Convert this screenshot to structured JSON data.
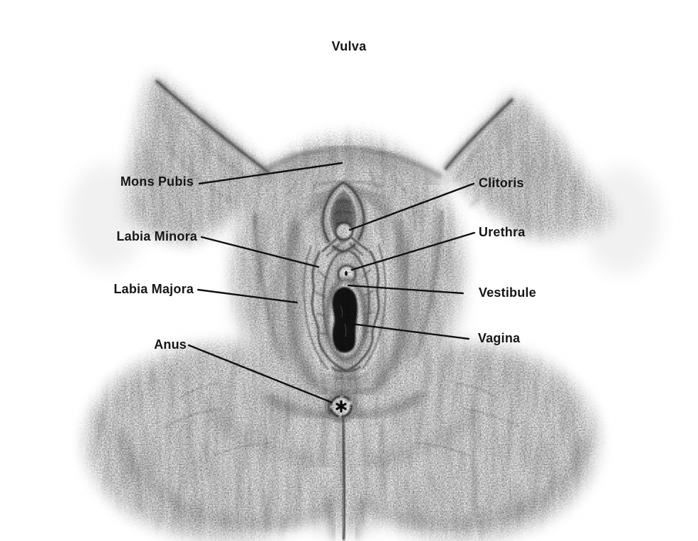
{
  "page": {
    "title": "Vulva",
    "background_color": "#ffffff",
    "ink_color": "#161616"
  },
  "diagram": {
    "kind": "anatomical illustration",
    "medium": "pencil sketch, grayscale",
    "subject": "External female genitalia (vulva), frontal view with labeled anatomical structures",
    "labels": {
      "left": [
        {
          "id": "mons-pubis",
          "text": "Mons Pubis"
        },
        {
          "id": "labia-minora",
          "text": "Labia Minora"
        },
        {
          "id": "labia-majora",
          "text": "Labia Majora"
        },
        {
          "id": "anus",
          "text": "Anus"
        }
      ],
      "right": [
        {
          "id": "clitoris",
          "text": "Clitoris"
        },
        {
          "id": "urethra",
          "text": "Urethra"
        },
        {
          "id": "vestibule",
          "text": "Vestibule"
        },
        {
          "id": "vagina",
          "text": "Vagina"
        }
      ]
    }
  }
}
